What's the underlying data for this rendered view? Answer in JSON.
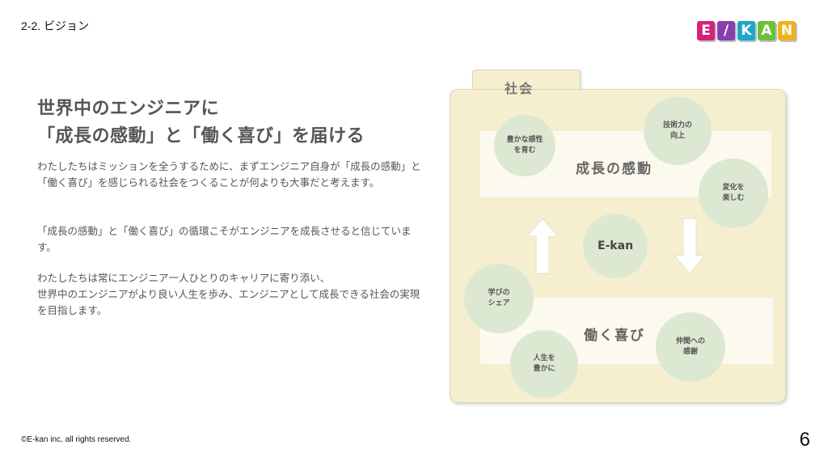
{
  "header": {
    "section_title": "2-2. ビジョン"
  },
  "logo": {
    "letters": [
      "E",
      "/",
      "K",
      "A",
      "N"
    ],
    "colors": [
      "#d6227a",
      "#8a3fb0",
      "#1fa6c8",
      "#6cbe3d",
      "#f0b21c"
    ],
    "alt": "E-kan"
  },
  "headline": {
    "line1": "世界中のエンジニアに",
    "line2": "「成長の感動」と「働く喜び」を届ける"
  },
  "body": {
    "para1": "わたしたちはミッションを全うするために、まずエンジニア自身が「成長の感動」と「働く喜び」を感じられる社会をつくることが何よりも大事だと考えます。",
    "para2": "「成長の感動」と「働く喜び」の循環こそがエンジニアを成長させると信じています。",
    "para3_line1": "わたしたちは常にエンジニア一人ひとりのキャリアに寄り添い、",
    "para3_line2": "世界中のエンジニアがより良い人生を歩み、エンジニアとして成長できる社会の実現を目指します。"
  },
  "diagram": {
    "society_label": "社会",
    "growth_label": "成長の感動",
    "joy_label": "働く喜び",
    "center_label": "E-kan",
    "circles": {
      "sensitivity": "豊かな感性\nを育む",
      "skill": "技術力の\n向上",
      "change": "変化を\n楽しむ",
      "learning": "学びの\nシェア",
      "life": "人生を\n豊かに",
      "thanks": "仲間への\n感謝"
    },
    "colors": {
      "panel": "#f5efd0",
      "band": "#fcf9ee",
      "circle": "#dce8d2"
    }
  },
  "footer": {
    "copyright": "©E-kan inc, all rights reserved.",
    "page_number": "6"
  }
}
